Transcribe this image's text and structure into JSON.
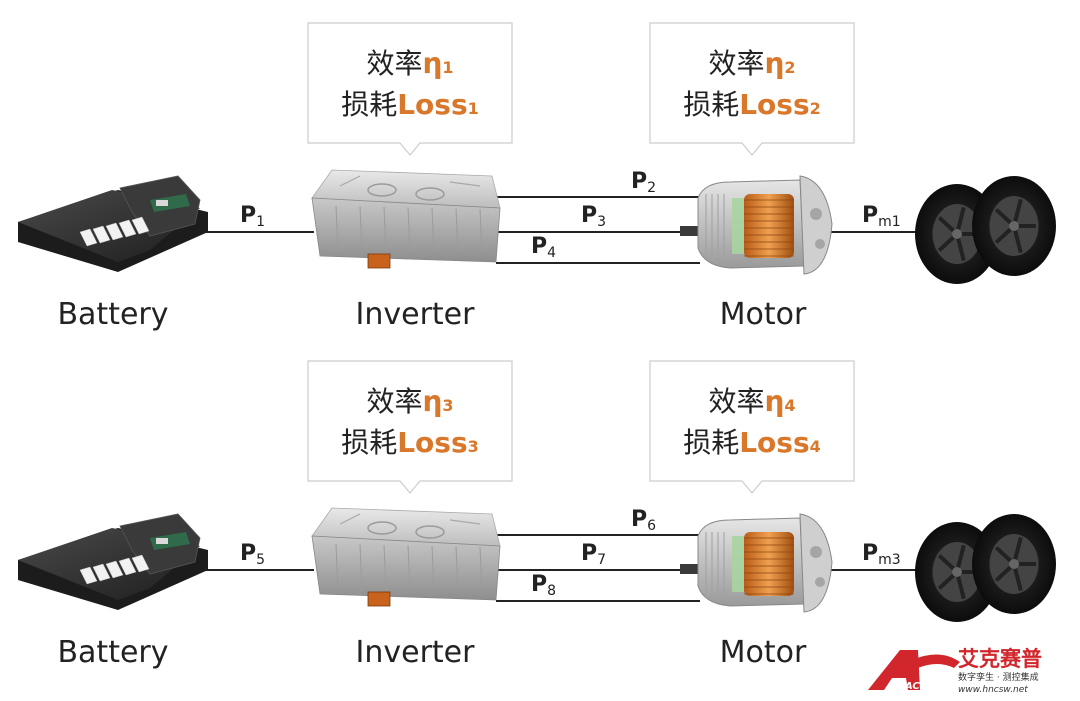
{
  "colors": {
    "accent": "#d9772a",
    "text": "#222222",
    "line": "#222222",
    "callout_border": "#cccccc",
    "logo_red": "#d0262c"
  },
  "rows": [
    {
      "callout_left": {
        "eff_label": "效率",
        "eff_symbol": "η",
        "eff_sub": "1",
        "loss_label": "损耗",
        "loss_word": "Loss",
        "loss_sub": "1"
      },
      "callout_right": {
        "eff_label": "效率",
        "eff_symbol": "η",
        "eff_sub": "2",
        "loss_label": "损耗",
        "loss_word": "Loss",
        "loss_sub": "2"
      },
      "p_in": {
        "base": "P",
        "sub": "1"
      },
      "p_lines": [
        {
          "base": "P",
          "sub": "2"
        },
        {
          "base": "P",
          "sub": "3"
        },
        {
          "base": "P",
          "sub": "4"
        }
      ],
      "p_out": {
        "base": "P",
        "sub": "m1"
      },
      "battery_label": "Battery",
      "inverter_label": "Inverter",
      "motor_label": "Motor"
    },
    {
      "callout_left": {
        "eff_label": "效率",
        "eff_symbol": "η",
        "eff_sub": "3",
        "loss_label": "损耗",
        "loss_word": "Loss",
        "loss_sub": "3"
      },
      "callout_right": {
        "eff_label": "效率",
        "eff_symbol": "η",
        "eff_sub": "4",
        "loss_label": "损耗",
        "loss_word": "Loss",
        "loss_sub": "4"
      },
      "p_in": {
        "base": "P",
        "sub": "5"
      },
      "p_lines": [
        {
          "base": "P",
          "sub": "6"
        },
        {
          "base": "P",
          "sub": "7"
        },
        {
          "base": "P",
          "sub": "8"
        }
      ],
      "p_out": {
        "base": "P",
        "sub": "m3"
      },
      "battery_label": "Battery",
      "inverter_label": "Inverter",
      "motor_label": "Motor"
    }
  ],
  "watermark": {
    "brand_cn": "艾克赛普",
    "tagline": "数字孪生 · 测控集成",
    "url": "www.hncsw.net",
    "logo_mark": "ACCEXP"
  }
}
